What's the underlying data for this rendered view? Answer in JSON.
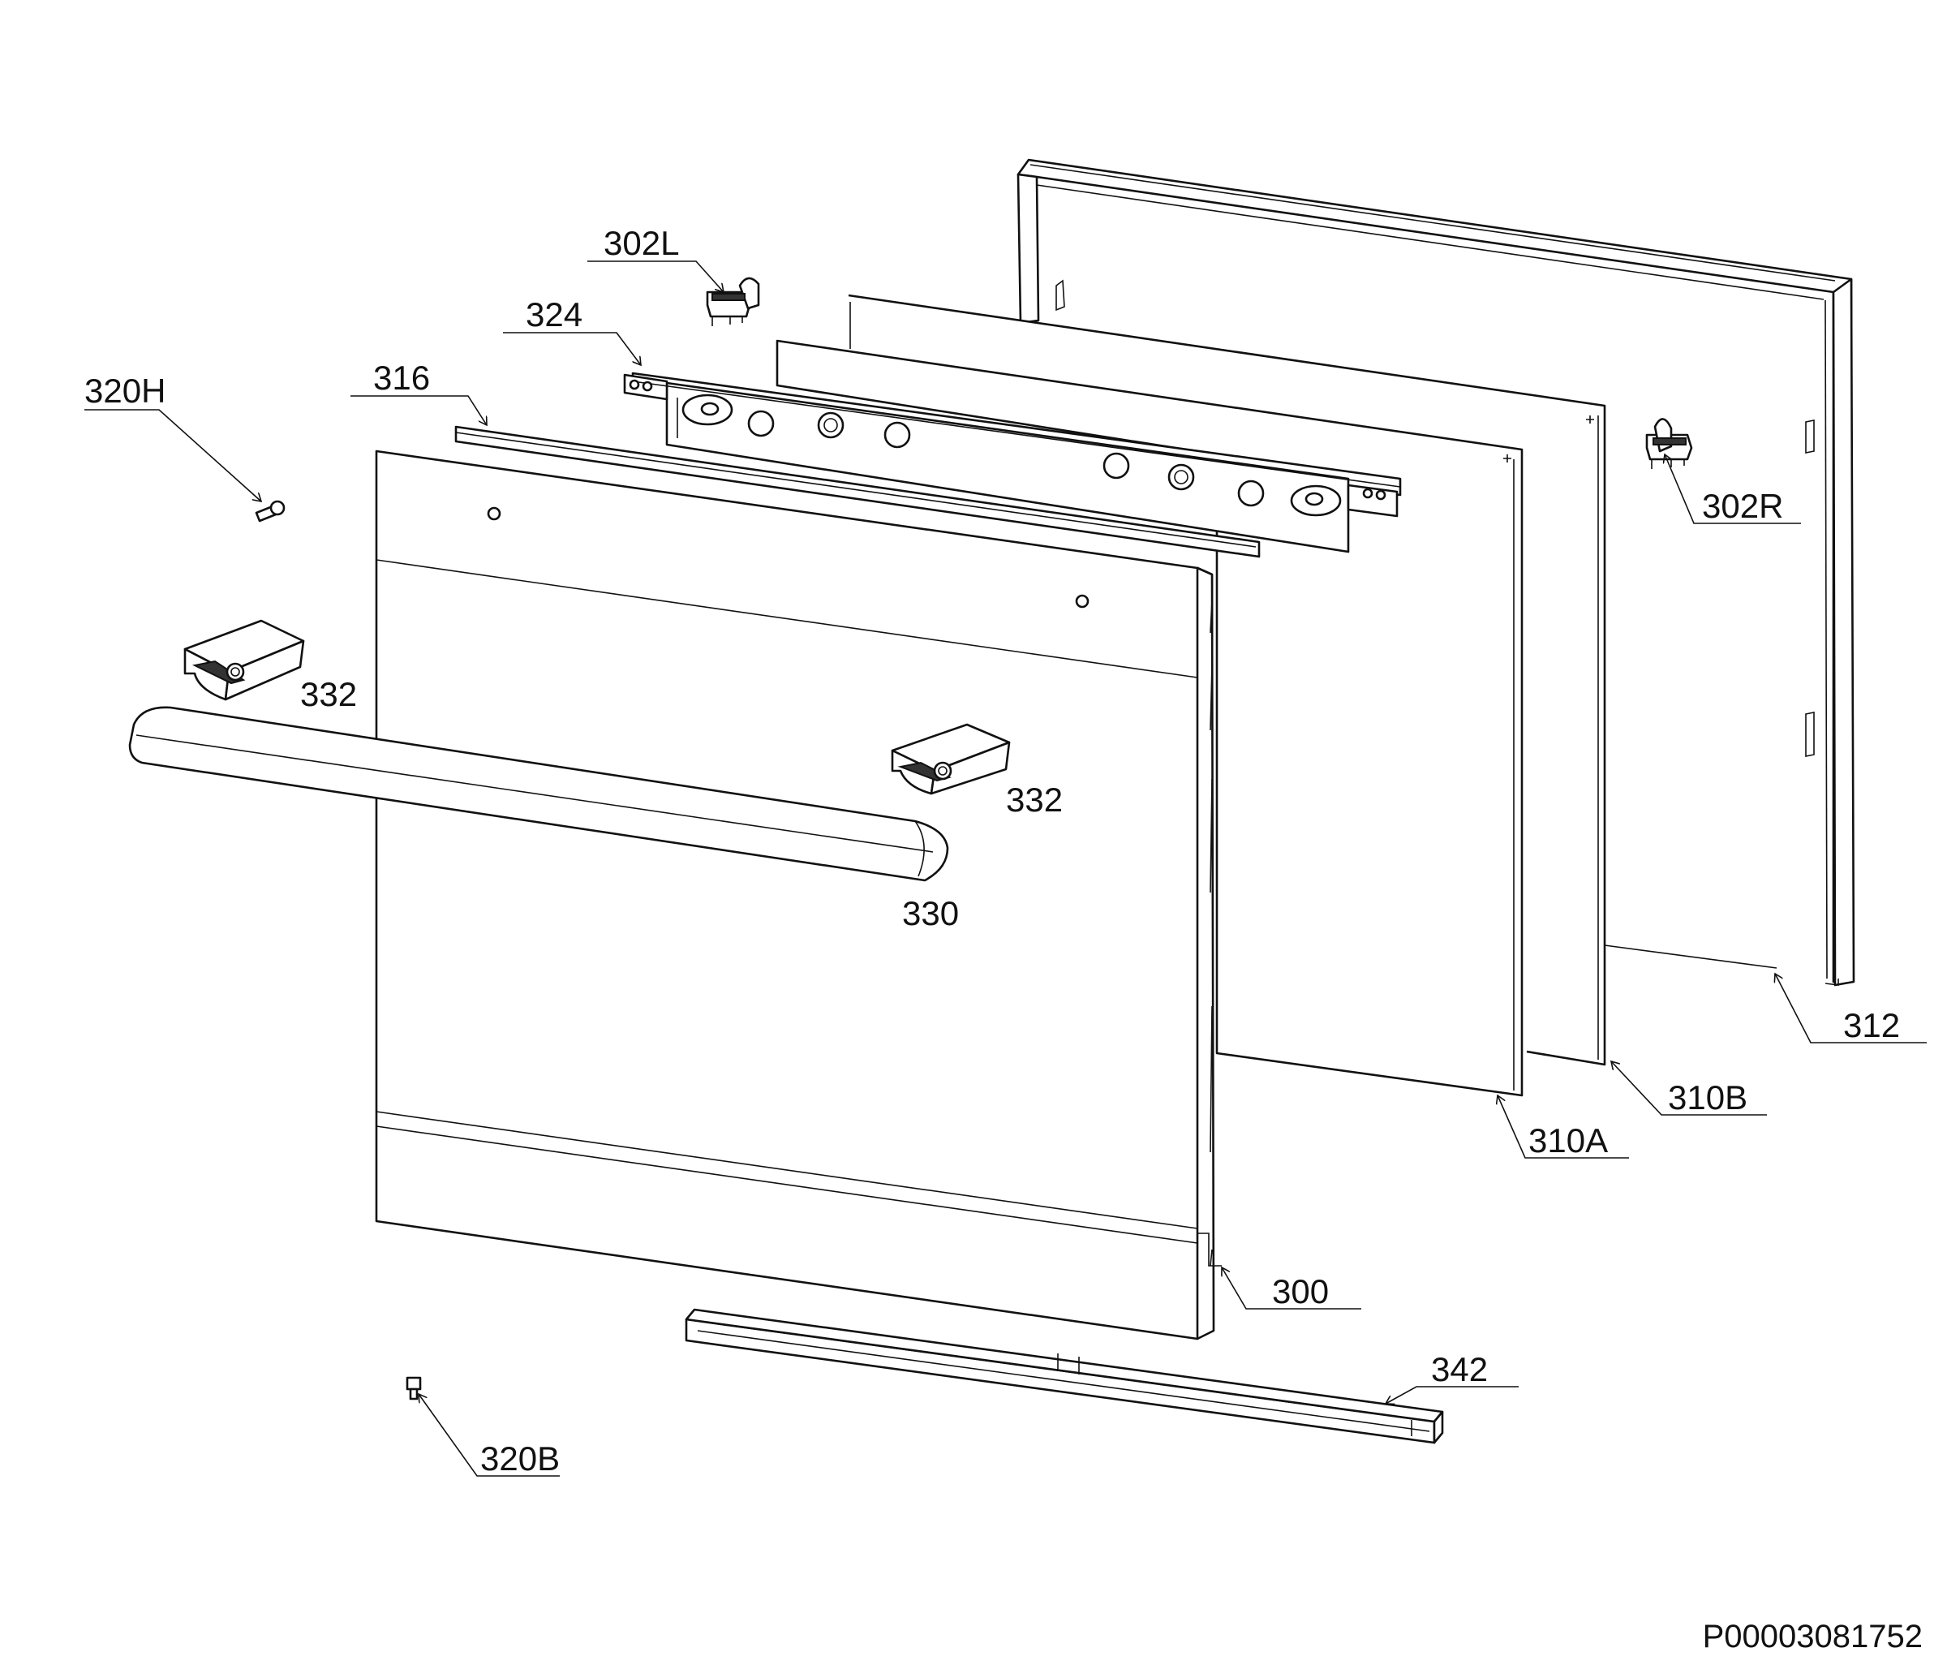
{
  "diagram": {
    "document_code": "P00003081752",
    "labels": {
      "l320H": "320H",
      "l316": "316",
      "l324": "324",
      "l302L": "302L",
      "l302R": "302R",
      "l332a": "332",
      "l332b": "332",
      "l330": "330",
      "l312": "312",
      "l310B": "310B",
      "l310A": "310A",
      "l300": "300",
      "l342": "342",
      "l320B": "320B"
    }
  }
}
